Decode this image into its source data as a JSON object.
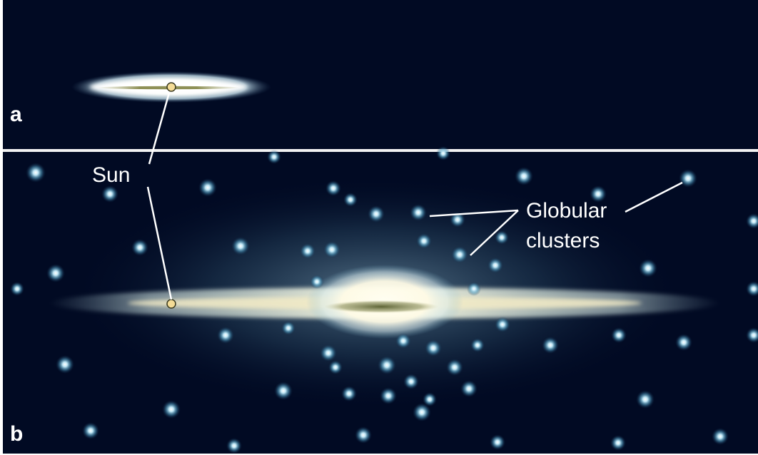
{
  "panels": {
    "a": {
      "letter": "a"
    },
    "b": {
      "letter": "b"
    }
  },
  "labels": {
    "sun": "Sun",
    "globular_line1": "Globular",
    "globular_line2": "clusters"
  },
  "colors": {
    "space": "#010a23",
    "divider": "#f2f2f2",
    "disk_glow": "#dfe9f0",
    "bulge_core": "#fffbe6",
    "dust_lane": "#6f7440",
    "sun_marker": "#f4dc96",
    "cluster_glow": "#7ec6e6",
    "leader_line": "#ffffff"
  }
}
